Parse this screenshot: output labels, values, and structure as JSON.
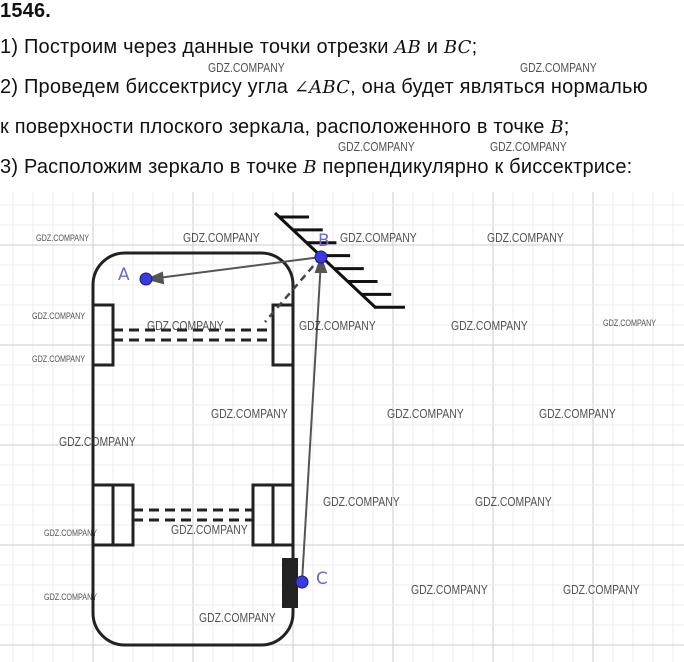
{
  "problem": {
    "number": "1546."
  },
  "steps": [
    {
      "prefix": "1) Построим через данные точки отрезки ",
      "m1": "AB",
      "mid": " и ",
      "m2": "BC",
      "suffix": ";"
    },
    {
      "prefix": "2) Проведем биссектрису угла ",
      "m1": "∠ABC",
      "suffix": ", она будет являться нормалью"
    },
    {
      "prefix": "к поверхности плоского зеркала, расположенного в точке ",
      "m1": "B",
      "suffix": ";"
    },
    {
      "prefix": "3) Расположим зеркало в точке ",
      "m1": "B",
      "suffix": " перпендикулярно к биссектрисе:"
    }
  ],
  "diagram": {
    "point_a": "A",
    "point_b": "B",
    "point_c": "C",
    "point_color": "#3a3ae0",
    "label_color": "#6b6bd0"
  },
  "watermark": "GDZ.COMPANY"
}
